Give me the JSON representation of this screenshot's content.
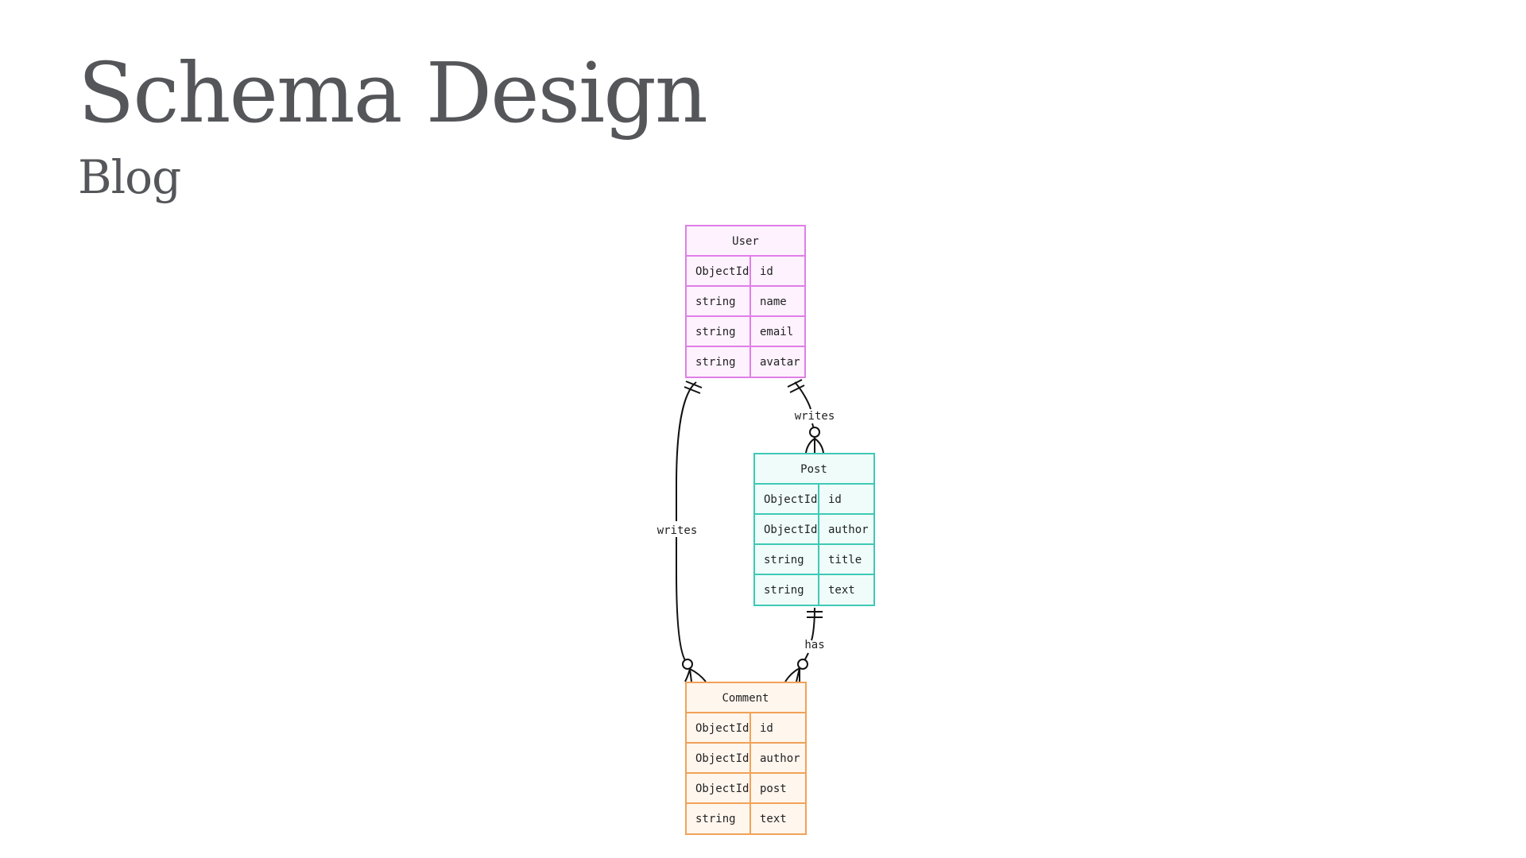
{
  "slide": {
    "title": "Schema Design",
    "subtitle": "Blog"
  },
  "entities": {
    "user": {
      "name": "User",
      "border_color": "#e07ee8",
      "fill_color": "#fdf2fe",
      "fields": [
        {
          "type": "ObjectId",
          "name": "id"
        },
        {
          "type": "string",
          "name": "name"
        },
        {
          "type": "string",
          "name": "email"
        },
        {
          "type": "string",
          "name": "avatar"
        }
      ]
    },
    "post": {
      "name": "Post",
      "border_color": "#3ec9b6",
      "fill_color": "#effcfa",
      "fields": [
        {
          "type": "ObjectId",
          "name": "id"
        },
        {
          "type": "ObjectId",
          "name": "author"
        },
        {
          "type": "string",
          "name": "title"
        },
        {
          "type": "string",
          "name": "text"
        }
      ]
    },
    "comment": {
      "name": "Comment",
      "border_color": "#f0a257",
      "fill_color": "#fff6ee",
      "fields": [
        {
          "type": "ObjectId",
          "name": "id"
        },
        {
          "type": "ObjectId",
          "name": "author"
        },
        {
          "type": "ObjectId",
          "name": "post"
        },
        {
          "type": "string",
          "name": "text"
        }
      ]
    }
  },
  "relationships": {
    "user_writes_post": {
      "label": "writes",
      "from": "User",
      "to": "Post",
      "from_cardinality": "exactly-one",
      "to_cardinality": "zero-or-many"
    },
    "user_writes_comment": {
      "label": "writes",
      "from": "User",
      "to": "Comment",
      "from_cardinality": "exactly-one",
      "to_cardinality": "zero-or-many"
    },
    "post_has_comment": {
      "label": "has",
      "from": "Post",
      "to": "Comment",
      "from_cardinality": "exactly-one",
      "to_cardinality": "zero-or-many"
    }
  }
}
